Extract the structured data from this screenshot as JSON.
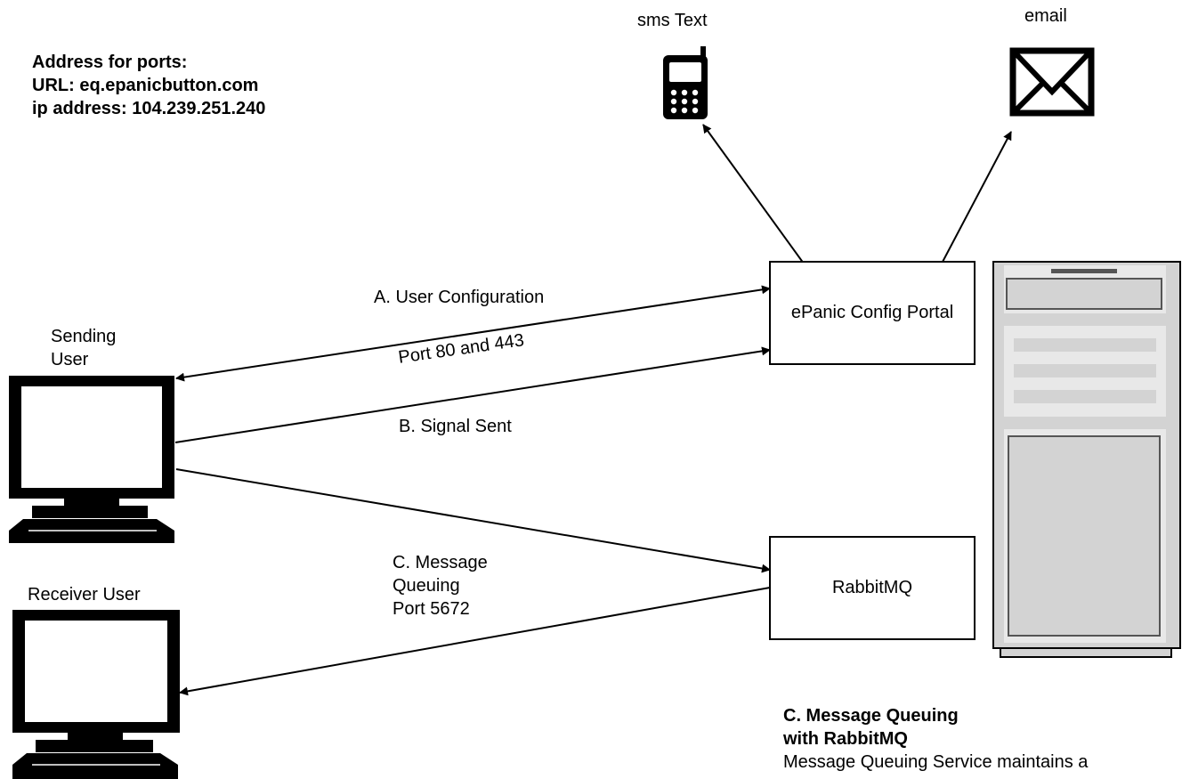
{
  "address_info": {
    "heading": "Address for ports:",
    "url_line": "URL: eq.epanicbutton.com",
    "ip_line": "ip address:  104.239.251.240"
  },
  "notifications": {
    "sms_label": "sms Text",
    "sms_icon": "mobile-phone-icon",
    "email_label": "email",
    "email_icon": "envelope-icon"
  },
  "users": {
    "sending_line1": "Sending",
    "sending_line2": "User",
    "receiver": "Receiver User"
  },
  "nodes": {
    "config_portal": "ePanic Config Portal",
    "rabbitmq": "RabbitMQ",
    "server_icon": "server-tower-icon"
  },
  "connections": {
    "user_config": "A. User Configuration",
    "ports": "Port 80 and 443",
    "signal_sent": "B. Signal Sent",
    "mq_line1": "C. Message",
    "mq_line2": "Queuing",
    "mq_line3": "Port 5672"
  },
  "footnote": {
    "title_line1": "C. Message Queuing",
    "title_line2": "with RabbitMQ",
    "body": "Message Queuing Service maintains a"
  },
  "colors": {
    "line": "#000000",
    "server_fill": "#d3d3d3",
    "server_panel": "#e8e8e8",
    "server_border": "#555555"
  }
}
